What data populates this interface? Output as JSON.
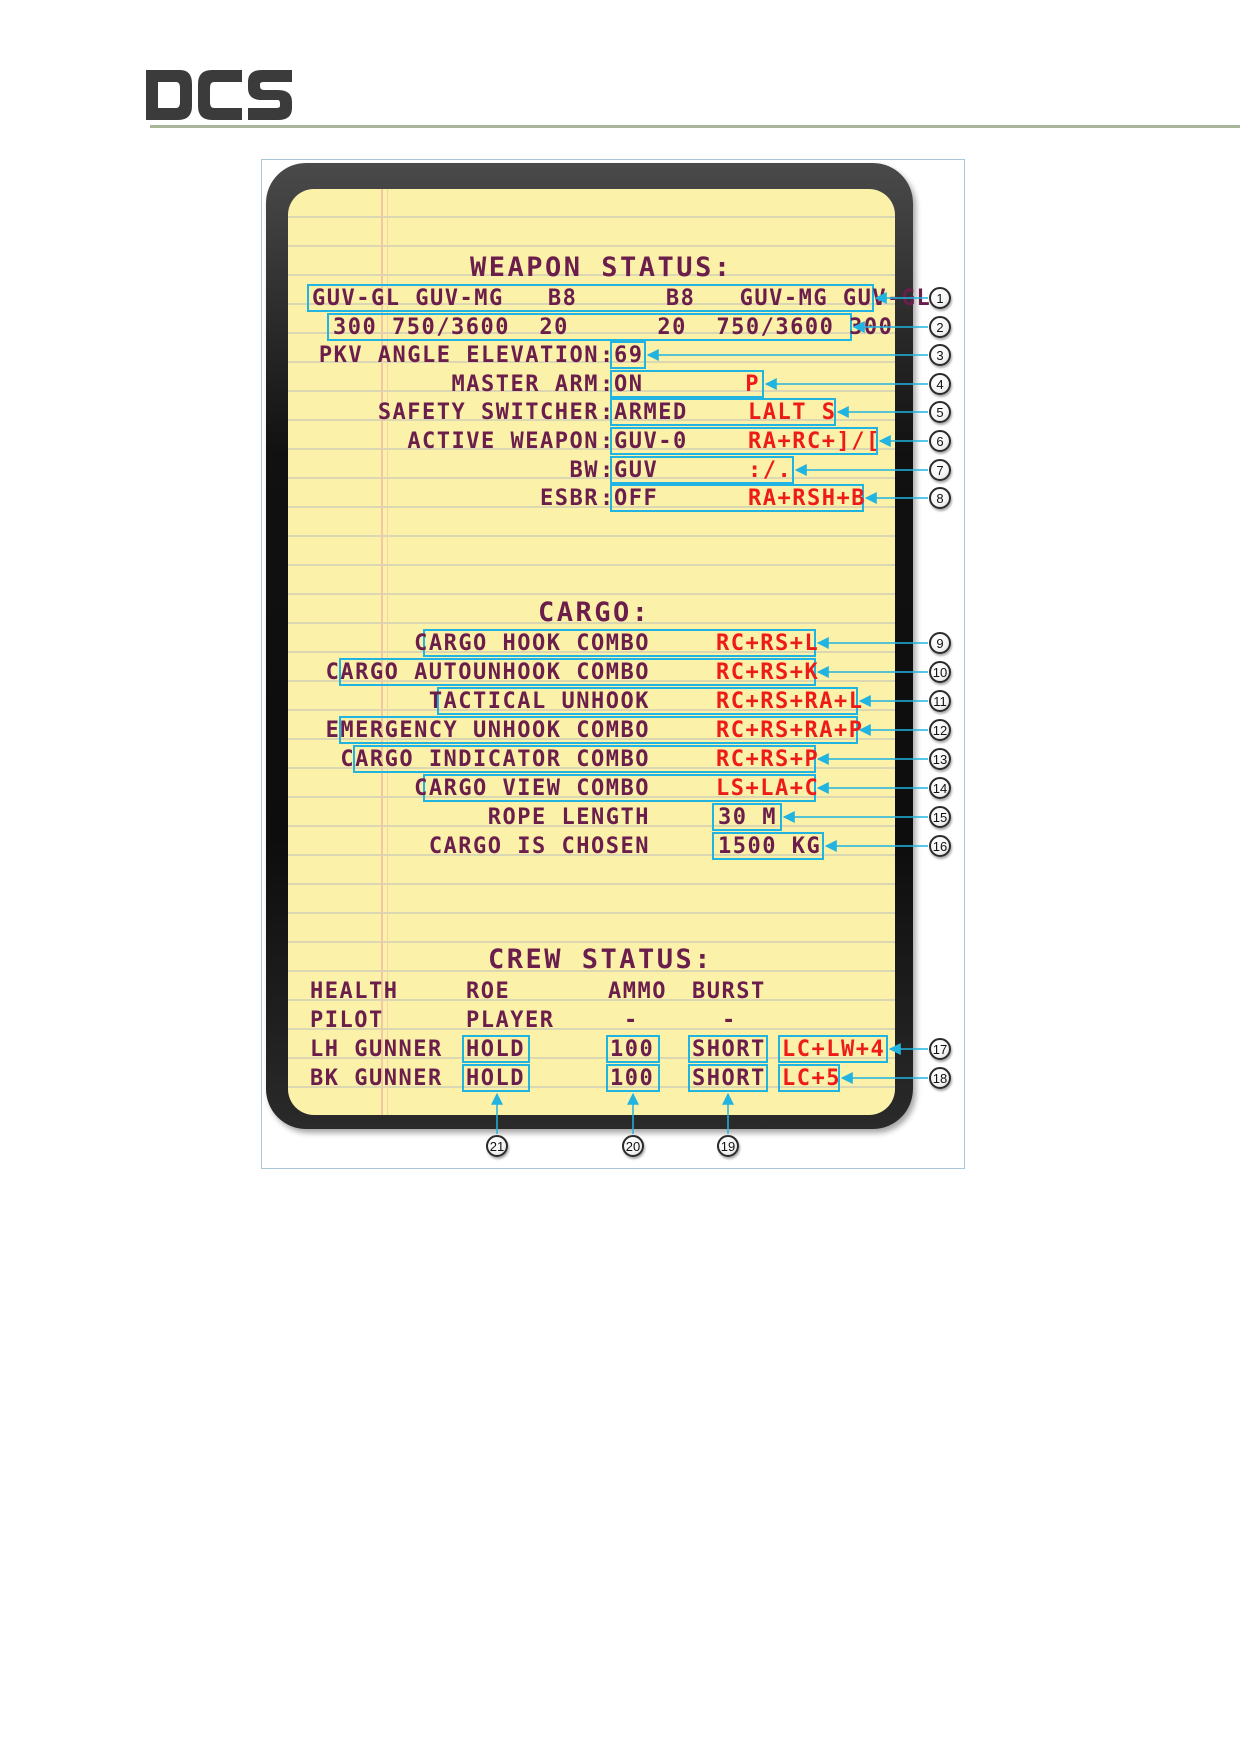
{
  "header": {
    "logo_text": "DCS"
  },
  "weapon_status": {
    "title": "WEAPON STATUS:",
    "row1": "GUV-GL GUV-MG   B8      B8   GUV-MG GUV-GL",
    "row2": "300 750/3600  20      20  750/3600 300",
    "rows": [
      {
        "label": "PKV ANGLE ELEVATION",
        "value": "69",
        "hotkey": ""
      },
      {
        "label": "MASTER ARM",
        "value": "ON",
        "hotkey": "P"
      },
      {
        "label": "SAFETY SWITCHER",
        "value": "ARMED",
        "hotkey": "LALT S"
      },
      {
        "label": "ACTIVE WEAPON",
        "value": "GUV-0",
        "hotkey": "RA+RC+]/["
      },
      {
        "label": "BW",
        "value": "GUV",
        "hotkey": ":/."
      },
      {
        "label": "ESBR",
        "value": "OFF",
        "hotkey": "RA+RSH+B"
      }
    ]
  },
  "cargo": {
    "title": "CARGO:",
    "rows": [
      {
        "label": "CARGO HOOK COMBO",
        "hotkey": "RC+RS+L"
      },
      {
        "label": "CARGO AUTOUNHOOK COMBO",
        "hotkey": "RC+RS+K"
      },
      {
        "label": "TACTICAL UNHOOK",
        "hotkey": "RC+RS+RA+L"
      },
      {
        "label": "EMERGENCY UNHOOK COMBO",
        "hotkey": "RC+RS+RA+P"
      },
      {
        "label": "CARGO INDICATOR COMBO",
        "hotkey": "RC+RS+P"
      },
      {
        "label": "CARGO VIEW COMBO",
        "hotkey": "LS+LA+C"
      }
    ],
    "rope_length": {
      "label": "ROPE LENGTH",
      "value": "30 M"
    },
    "cargo_chosen": {
      "label": "CARGO IS CHOSEN",
      "value": "1500 KG"
    }
  },
  "crew_status": {
    "title": "CREW STATUS:",
    "headers": [
      "HEALTH",
      "ROE",
      "AMMO",
      "BURST"
    ],
    "pilot": {
      "name": "PILOT",
      "roe": "PLAYER",
      "ammo": "-",
      "burst": "-"
    },
    "lh_gunner": {
      "name": "LH GUNNER",
      "roe": "HOLD",
      "ammo": "100",
      "burst": "SHORT",
      "hotkey": "LC+LW+4"
    },
    "bk_gunner": {
      "name": "BK GUNNER",
      "roe": "HOLD",
      "ammo": "100",
      "burst": "SHORT",
      "hotkey": "LC+5"
    }
  },
  "callouts": [
    "1",
    "2",
    "3",
    "4",
    "5",
    "6",
    "7",
    "8",
    "9",
    "10",
    "11",
    "12",
    "13",
    "14",
    "15",
    "16",
    "17",
    "18",
    "19",
    "20",
    "21"
  ],
  "colors": {
    "ink": "#6b1e4c",
    "hotkey": "#ee1b1b",
    "highlight": "#21b4e0",
    "paper": "#fbf1a9"
  }
}
